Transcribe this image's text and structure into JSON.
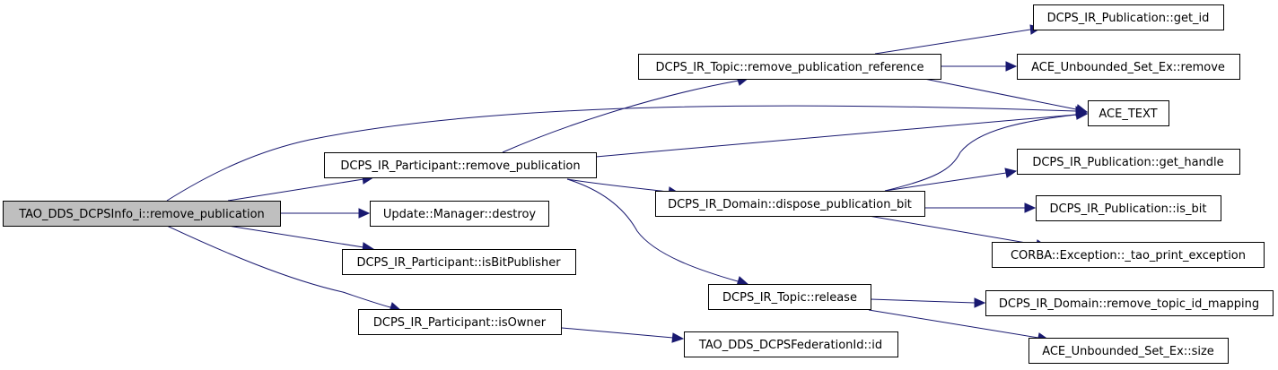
{
  "graph": {
    "edge_color": "#191970",
    "root_fill": "#bfbfbf",
    "node_fill": "#ffffff",
    "nodes": {
      "root": "TAO_DDS_DCPSInfo_i::remove_publication",
      "participant_remove_publication": "DCPS_IR_Participant::remove_publication",
      "update_manager_destroy": "Update::Manager::destroy",
      "participant_is_bit_publisher": "DCPS_IR_Participant::isBitPublisher",
      "participant_is_owner": "DCPS_IR_Participant::isOwner",
      "topic_remove_publication_reference": "DCPS_IR_Topic::remove_publication_reference",
      "domain_dispose_publication_bit": "DCPS_IR_Domain::dispose_publication_bit",
      "topic_release": "DCPS_IR_Topic::release",
      "federation_id": "TAO_DDS_DCPSFederationId::id",
      "publication_get_id": "DCPS_IR_Publication::get_id",
      "unbounded_set_remove": "ACE_Unbounded_Set_Ex::remove",
      "ace_text": "ACE_TEXT",
      "publication_get_handle": "DCPS_IR_Publication::get_handle",
      "publication_is_bit": "DCPS_IR_Publication::is_bit",
      "corba_tao_print_exception": "CORBA::Exception::_tao_print_exception",
      "domain_remove_topic_id_mapping": "DCPS_IR_Domain::remove_topic_id_mapping",
      "unbounded_set_size": "ACE_Unbounded_Set_Ex::size"
    }
  }
}
